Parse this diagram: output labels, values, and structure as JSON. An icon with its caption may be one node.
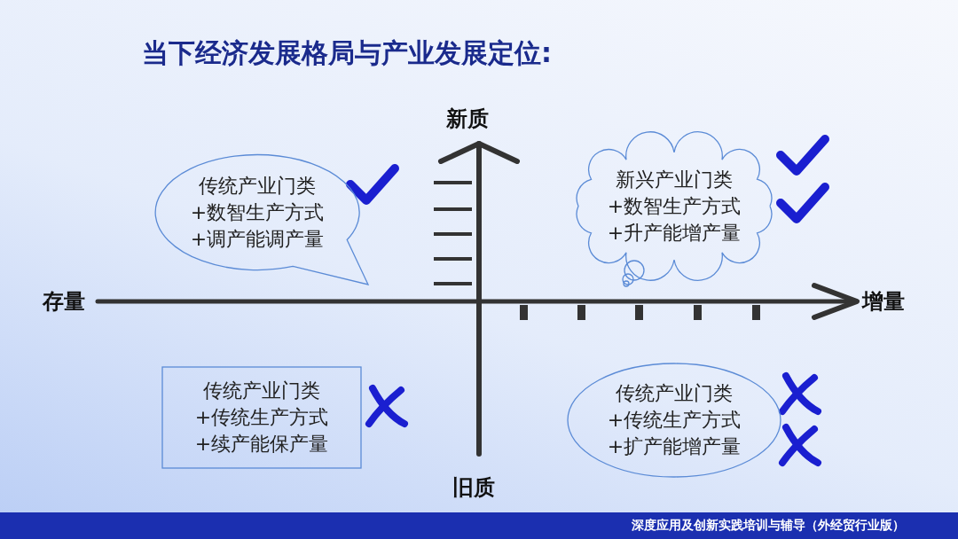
{
  "diagram": {
    "title": "当下经济发展格局与产业发展定位:",
    "nodes": [
      {
        "text": [
          "传统产业门类+数智生产方式+调产能调产量"
        ]
      },
      {
        "text": [
          "新兴产业门类+数智生产方式+升产能增产量"
        ]
      },
      {
        "text": [
          "传统产业门类+传统生产方式+续产能保产量"
        ]
      },
      {
        "text": [
          "传统产业门类+传统生产方式+扩产能增产量"
        ]
      }
    ],
    "labels": [
      "新质",
      "存量",
      "增量",
      "旧质",
      "深度应用及创新实践培训与辅导（外经贸行业版）"
    ]
  }
}
